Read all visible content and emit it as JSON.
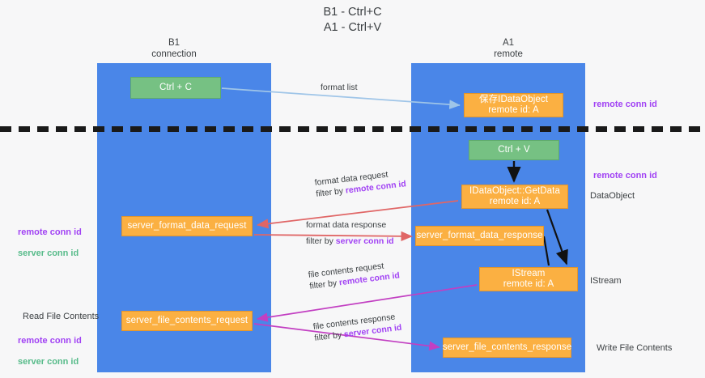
{
  "title": "B1 - Ctrl+C\nA1 - Ctrl+V",
  "lanes": [
    {
      "name": "b1",
      "label": "B1\nconnection",
      "color": "#4a86e8"
    },
    {
      "name": "a1",
      "label": "A1\nremote",
      "color": "#4a86e8"
    }
  ],
  "colors": {
    "lane_blue": "#4a86e8",
    "box_green": "#76c183",
    "box_orange": "#fbb042",
    "accent_purple": "#a142f4",
    "accent_green": "#57bb8a",
    "arrow_lightblue": "#9fc5e8",
    "arrow_red": "#e06666",
    "arrow_magenta": "#c23fc2",
    "arrow_black": "#000000",
    "separator": "#1a1a1a",
    "background": "#f7f7f8"
  },
  "boxes": {
    "ctrl_c": "Ctrl + C",
    "idataobject": "保存IDataObject\nremote id: A",
    "ctrl_v": "Ctrl + V",
    "getdata": "IDataObject::GetData\nremote id: A",
    "server_format_data_request": "server_format_data_request",
    "server_format_data_response": "server_format_data_response",
    "istream": "IStream\nremote id: A",
    "server_file_contents_request": "server_file_contents_request",
    "server_file_contents_response": "server_file_contents_response"
  },
  "edge_labels": {
    "format_list": "format list",
    "format_data_request": "format data request",
    "format_data_request_filter_prefix": "filter by ",
    "format_data_request_filter_key": "remote conn id",
    "format_data_response": "format data response",
    "format_data_response_filter_prefix": "filter by ",
    "format_data_response_filter_key": "server conn id",
    "file_contents_request": "file contents request",
    "file_contents_request_filter_prefix": "filter by ",
    "file_contents_request_filter_key": "remote conn id",
    "file_contents_response": "file contents response",
    "file_contents_response_filter_prefix": "filter by ",
    "file_contents_response_filter_key": "server conn id"
  },
  "notes": {
    "right_remote_conn_id_top": "remote conn id",
    "right_remote_conn_id_mid": "remote conn id",
    "right_dataobject": "DataObject",
    "right_istream": "IStream",
    "right_write_file_contents": "Write File Contents",
    "left_remote_conn_id": "remote conn id",
    "left_server_conn_id": "server conn id",
    "left_read_file_contents": "Read File Contents",
    "left_remote_conn_id_2": "remote conn id",
    "left_server_conn_id_2": "server conn id"
  }
}
